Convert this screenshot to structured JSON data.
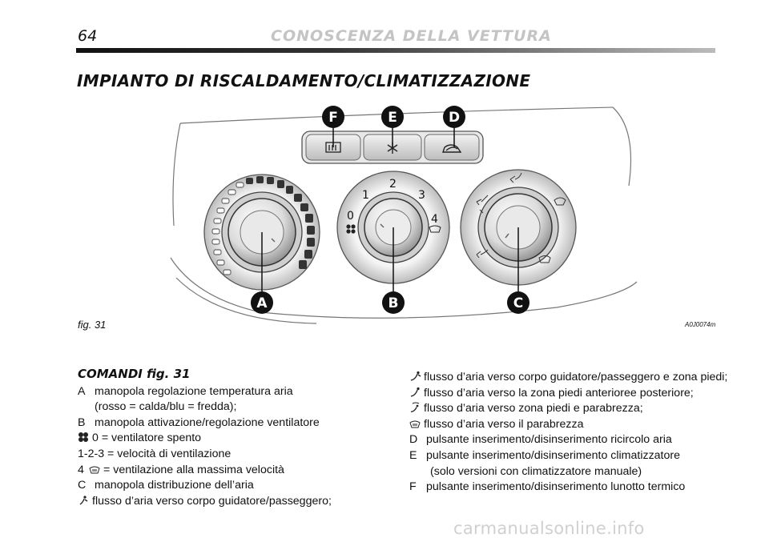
{
  "header": {
    "page_number": "64",
    "title": "CONOSCENZA DELLA VETTURA"
  },
  "section_title": "IMPIANTO DI RISCALDAMENTO/CLIMATIZZAZIONE",
  "figure": {
    "caption": "fig. 31",
    "code": "A0J0074m",
    "callouts": {
      "A": "A",
      "B": "B",
      "C": "C",
      "D": "D",
      "E": "E",
      "F": "F"
    },
    "fan_labels": {
      "s0": "0",
      "s1": "1",
      "s2": "2",
      "s3": "3",
      "s4": "4"
    }
  },
  "text": {
    "comandi_title": "COMANDI fig. 31",
    "a_key": "A",
    "a_line1": "manopola  regolazione temperatura aria",
    "a_line2": "(rosso = calda/blu = fredda);",
    "b_key": "B",
    "b_line": "manopola attivazione/regolazione ventilatore",
    "b_off": "0 = ventilatore spento",
    "b_speeds": "1-2-3 = velocità di ventilazione",
    "b_max_key": "4",
    "b_max": "= ventilazione alla massima velocità",
    "c_key": "C",
    "c_line": "manopola distribuzione dell’aria",
    "c_body": "flusso d’aria verso corpo guidatore/passeggero;",
    "r_body_feet": "flusso d’aria verso corpo guidatore/passeggero e zona piedi;",
    "r_feet": "flusso d’aria verso la zona piedi anterioree posteriore;",
    "r_feet_wind": "flusso d’aria verso zona piedi e parabrezza;",
    "r_wind": "flusso d’aria verso il parabrezza",
    "d_key": "D",
    "d_line": "pulsante inserimento/disinserimento ricircolo aria",
    "e_key": "E",
    "e_line1": "pulsante inserimento/disinserimento climatizzatore",
    "e_line2": "(solo versioni con climatizzatore manuale)",
    "f_key": "F",
    "f_line": "pulsante inserimento/disinserimento lunotto termico"
  },
  "watermark": "carmanualsonline.info"
}
